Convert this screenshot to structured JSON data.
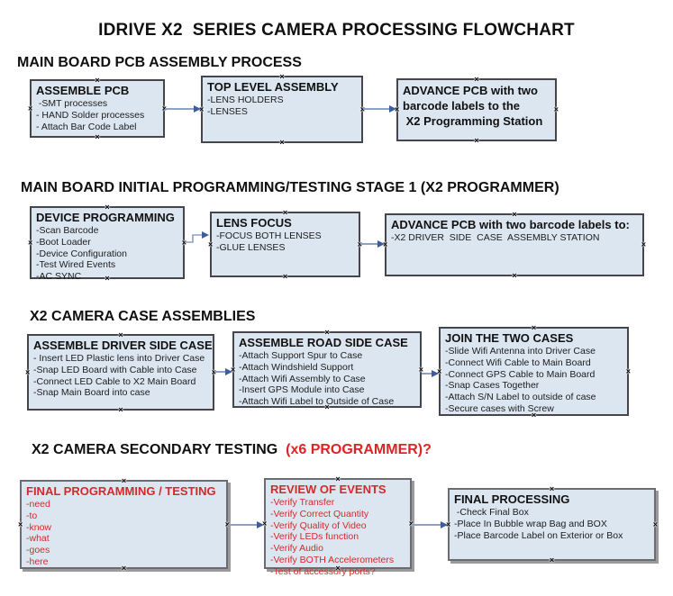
{
  "title": "IDRIVE X2  SERIES CAMERA PROCESSING FLOWCHART",
  "headings": {
    "s1": "MAIN BOARD PCB ASSEMBLY PROCESS",
    "s2": "MAIN BOARD INITIAL PROGRAMMING/TESTING STAGE 1 (X2 PROGRAMMER)",
    "s3": "X2 CAMERA CASE ASSEMBLIES",
    "s4_black": "X2 CAMERA SECONDARY TESTING ",
    "s4_red": " (x6 PROGRAMMER)?"
  },
  "boxes": {
    "assemble_pcb": {
      "title": "ASSEMBLE PCB",
      "items": [
        " -SMT processes",
        "- HAND Solder processes",
        "- Attach Bar Code Label"
      ]
    },
    "top_level_assembly": {
      "title": "TOP LEVEL ASSEMBLY",
      "items": [
        "-LENS HOLDERS",
        "-LENSES"
      ]
    },
    "advance_pcb_station": {
      "title_lines": [
        "ADVANCE PCB with two",
        "barcode labels to the",
        " X2 Programming Station"
      ]
    },
    "device_programming": {
      "title": "DEVICE PROGRAMMING",
      "items": [
        "-Scan Barcode",
        "-Boot Loader",
        "-Device Configuration",
        "-Test Wired Events",
        "-AC SYNC"
      ]
    },
    "lens_focus": {
      "title": "LENS FOCUS",
      "items": [
        "-FOCUS BOTH LENSES",
        "-GLUE LENSES"
      ]
    },
    "advance_pcb_driver": {
      "title": "ADVANCE PCB with two barcode labels to:",
      "items": [
        "-X2 DRIVER  SIDE  CASE  ASSEMBLY STATION"
      ]
    },
    "assemble_driver_side": {
      "title": "ASSEMBLE DRIVER SIDE CASE",
      "items": [
        "- Insert LED Plastic lens into Driver Case",
        "-Snap LED Board with Cable into Case",
        "-Connect LED Cable to X2 Main Board",
        "-Snap Main Board into case"
      ]
    },
    "assemble_road_side": {
      "title": "ASSEMBLE ROAD SIDE CASE",
      "items": [
        "-Attach Support Spur to Case",
        "-Attach Windshield Support",
        "-Attach Wifi Assembly to Case",
        "-Insert GPS Module into Case",
        "-Attach Wifi Label to Outside of Case"
      ]
    },
    "join_two_cases": {
      "title": "JOIN THE TWO CASES",
      "items": [
        "-Slide Wifi Antenna into Driver Case",
        "-Connect Wifi Cable to Main Board",
        "-Connect GPS Cable to Main Board",
        "-Snap Cases Together",
        "-Attach S/N Label to outside of case",
        "-Secure cases with Screw"
      ]
    },
    "final_programming": {
      "title": "FINAL PROGRAMMING / TESTING",
      "items": [
        "-need",
        "-to",
        "-know",
        "-what",
        "-goes",
        "-here"
      ]
    },
    "review_of_events": {
      "title": "REVIEW OF EVENTS",
      "items": [
        "-Verify Transfer",
        "-Verify Correct Quantity",
        "-Verify Quality of Video",
        "-Verify LEDs function",
        "-Verify Audio",
        "-Verify BOTH Accelerometers",
        "-Test of accessory ports?"
      ]
    },
    "final_processing": {
      "title": "FINAL PROCESSING",
      "items": [
        " -Check Final Box",
        "-Place In Bubble wrap Bag and BOX",
        "-Place Barcode Label on Exterior or Box"
      ]
    }
  },
  "colors": {
    "box_fill": "#dce6f1",
    "box_border": "#45454c",
    "red_text": "#d22a2a",
    "arrow_line": "#8ba2c6",
    "arrow_head": "#3c5d9e"
  }
}
